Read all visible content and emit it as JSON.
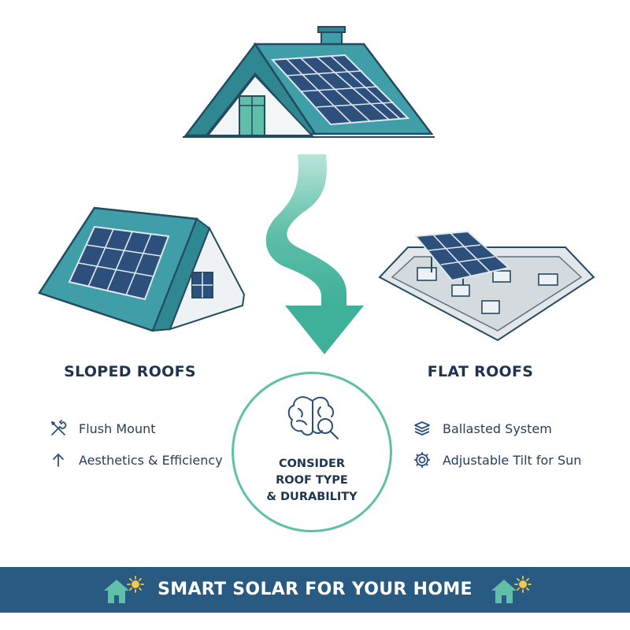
{
  "left": {
    "heading": "SLOPED ROOFS",
    "features": [
      {
        "icon": "wrench-screwdriver-icon",
        "label": "Flush Mount"
      },
      {
        "icon": "arrow-up-icon",
        "label": "Aesthetics & Efficiency"
      }
    ]
  },
  "right": {
    "heading": "FLAT ROOFS",
    "features": [
      {
        "icon": "layers-icon",
        "label": "Ballasted System"
      },
      {
        "icon": "gear-icon",
        "label": "Adjustable Tilt for Sun"
      }
    ]
  },
  "center": {
    "icon": "brain-magnifier-icon",
    "lines": [
      "CONSIDER",
      "ROOF TYPE",
      "& DURABILITY"
    ]
  },
  "banner": {
    "title": "SMART SOLAR FOR YOUR HOME",
    "icon": "house-sun-icon"
  },
  "colors": {
    "roof_teal": "#3f9ea8",
    "panel_navy": "#2d4f7c",
    "accent_green": "#5fbfa8",
    "banner_blue": "#285a82",
    "text_navy": "#1d3550"
  }
}
